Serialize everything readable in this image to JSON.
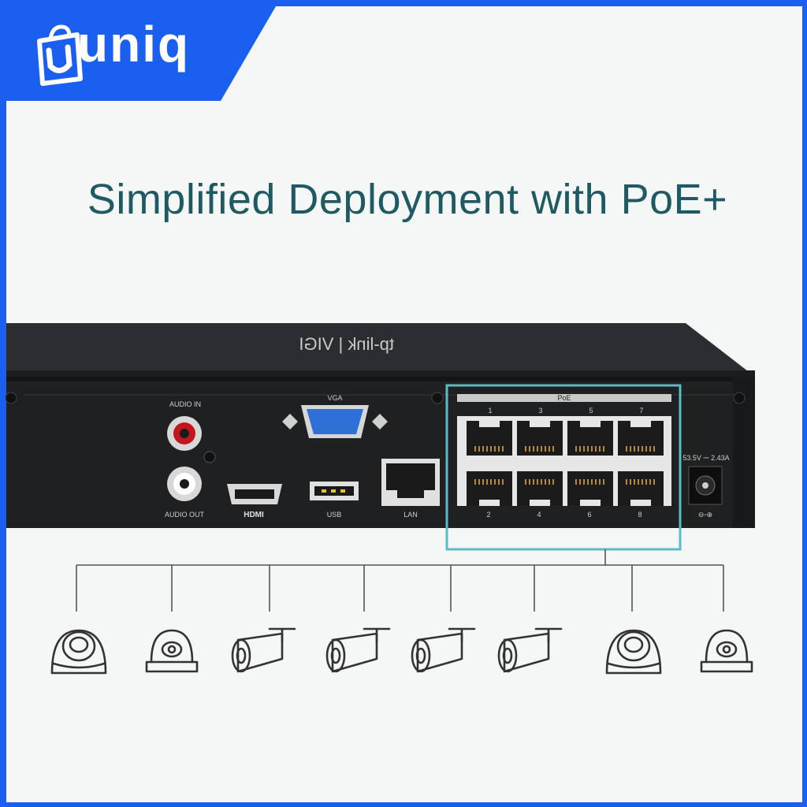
{
  "brand": {
    "name": "uniq",
    "primary_color": "#1b5ff0",
    "panel_color": "#ffffff"
  },
  "headline": "Simplified Deployment with PoE+",
  "device": {
    "top_logo": "tp-link | VIGI",
    "ports": {
      "audio_in": "AUDIO IN",
      "audio_out": "AUDIO OUT",
      "hdmi": "HDMI",
      "usb": "USB",
      "vga": "VGA",
      "lan": "LAN",
      "poe": "PoE",
      "power_rating": "53.5V ⎓ 2.43A",
      "poe_top_numbers": [
        "1",
        "3",
        "5",
        "7"
      ],
      "poe_bottom_numbers": [
        "2",
        "4",
        "6",
        "8"
      ]
    },
    "highlight_color": "#5bbcc6"
  },
  "cameras": [
    {
      "icon": "dome-camera-icon"
    },
    {
      "icon": "ceiling-camera-icon"
    },
    {
      "icon": "bullet-camera-icon"
    },
    {
      "icon": "bullet-camera-icon"
    },
    {
      "icon": "bullet-camera-icon"
    },
    {
      "icon": "bullet-camera-icon"
    },
    {
      "icon": "dome-camera-icon"
    },
    {
      "icon": "ceiling-camera-icon"
    }
  ]
}
